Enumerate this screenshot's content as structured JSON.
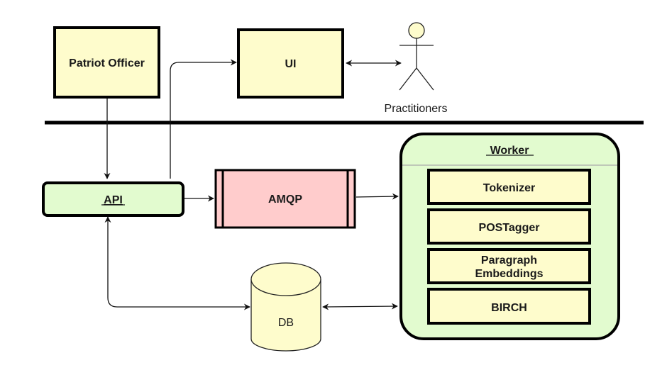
{
  "diagram": {
    "colors": {
      "yellow_fill": "#fefccc",
      "green_fill": "#e2fbcf",
      "pink_fill": "#ffcccc",
      "stroke": "#000000",
      "divider": "#000000",
      "worker_separator": "#aaaaaa"
    },
    "nodes": {
      "patriot_officer": {
        "label": "Patriot Officer"
      },
      "ui": {
        "label": "UI"
      },
      "practitioners": {
        "label": "Practitioners",
        "icon": "actor-stick-figure-icon"
      },
      "api": {
        "label": "API"
      },
      "amqp": {
        "label": "AMQP"
      },
      "db": {
        "label": "DB",
        "icon": "database-cylinder-icon"
      },
      "worker": {
        "label": "Worker",
        "components": [
          {
            "label_lines": [
              "Tokenizer"
            ]
          },
          {
            "label_lines": [
              "POSTagger"
            ]
          },
          {
            "label_lines": [
              "Paragraph",
              "Embeddings"
            ]
          },
          {
            "label_lines": [
              "BIRCH"
            ]
          }
        ]
      }
    },
    "edges": [
      {
        "from": "Patriot Officer",
        "to": "API",
        "direction": "one-way"
      },
      {
        "from": "API",
        "to": "UI",
        "direction": "one-way"
      },
      {
        "from": "UI",
        "to": "Practitioners",
        "direction": "two-way"
      },
      {
        "from": "API",
        "to": "AMQP",
        "direction": "one-way"
      },
      {
        "from": "AMQP",
        "to": "Worker",
        "direction": "one-way"
      },
      {
        "from": "API",
        "to": "DB",
        "direction": "two-way"
      },
      {
        "from": "DB",
        "to": "Worker",
        "direction": "two-way"
      }
    ]
  }
}
